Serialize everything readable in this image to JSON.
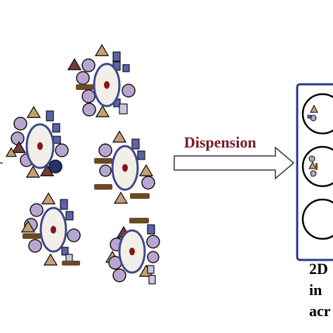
{
  "arrow": {
    "label": "Dispension"
  },
  "plate": {
    "caption_lines": [
      "2D",
      "in",
      "acr"
    ]
  },
  "colors": {
    "cell_fill": "#f2efe9",
    "cell_stroke": "#3d4a8a",
    "nucleus": "#8a1219",
    "sphere": "#b9a6cf",
    "dark_sphere": "#283070",
    "triangle_tan": "#c8a070",
    "triangle_maroon": "#7a3838",
    "square_blue": "#5b63ad",
    "square_light": "#c9c5e4",
    "bar_brown": "#6b4a23",
    "plate_border": "#263a80",
    "arrow_label": "#7a1a24"
  }
}
